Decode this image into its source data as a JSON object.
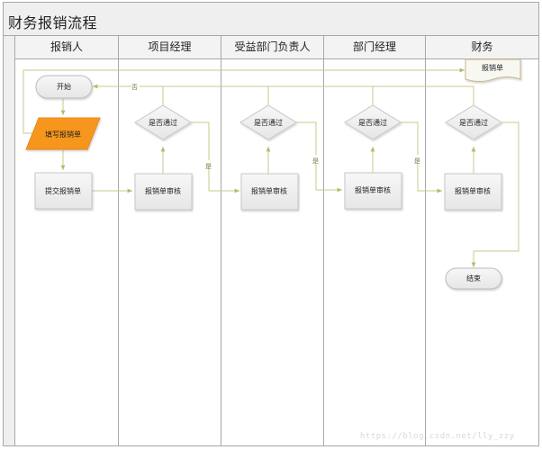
{
  "title": "财务报销流程",
  "lanes": [
    {
      "label": "报销人"
    },
    {
      "label": "项目经理"
    },
    {
      "label": "受益部门负责人"
    },
    {
      "label": "部门经理"
    },
    {
      "label": "财务"
    }
  ],
  "nodes": {
    "start": "开始",
    "fill_form": "填写报销单",
    "submit_form": "提交报销单",
    "review_pm": "报销单审核",
    "decision_pm": "是否通过",
    "review_benefit": "报销单审核",
    "decision_benefit": "是否通过",
    "review_dept": "报销单审核",
    "decision_dept": "是否通过",
    "review_finance": "报销单审核",
    "decision_finance": "是否通过",
    "document": "报销单",
    "end": "结束"
  },
  "edge_labels": {
    "no": "否",
    "yes_1": "是",
    "yes_2": "是",
    "yes_3": "是"
  },
  "colors": {
    "accent_orange": "#f7961d",
    "connector": "#b8b86a",
    "border": "#a8a8a8"
  },
  "watermark": "https://blog.csdn.net/lly_zzy"
}
